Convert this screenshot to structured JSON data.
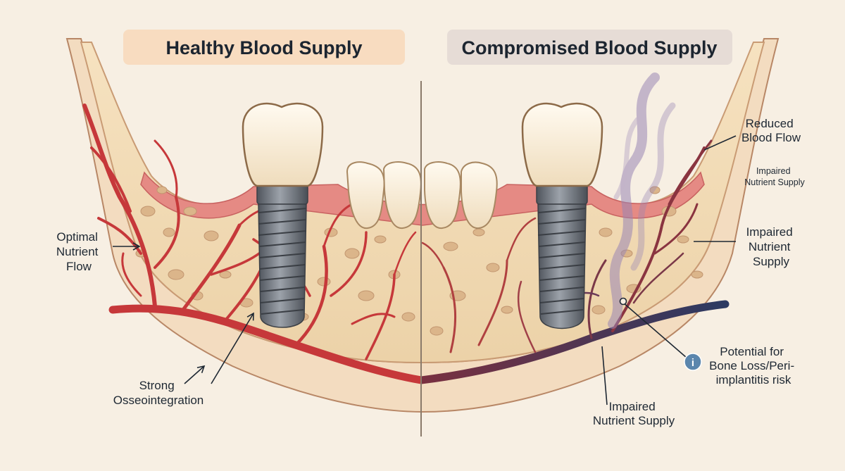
{
  "titles": {
    "healthy": "Healthy Blood Supply",
    "compromised": "Compromised Blood Supply"
  },
  "labels": {
    "optimal_nutrient_flow": [
      "Optimal",
      "Nutrient",
      "Flow"
    ],
    "strong_osseointegration": [
      "Strong",
      "Osseointegration"
    ],
    "reduced_blood_flow": [
      "Reduced",
      "Blood Flow"
    ],
    "impaired_nutrient_supply_small": [
      "Impaired",
      "Nutrient Supply"
    ],
    "impaired_nutrient_supply_right": [
      "Impaired",
      "Nutrient",
      "Supply"
    ],
    "impaired_nutrient_supply_bottom": [
      "Impaired",
      "Nutrient Supply"
    ],
    "bone_loss_risk": [
      "Potential for",
      "Bone Loss/Peri-",
      "implantitis risk"
    ]
  },
  "info_glyph": "i",
  "colors": {
    "background": "#f7efe3",
    "healthy_header": "#f8dcc0",
    "compromised_header": "#e6dcd6",
    "artery": "#c6383a",
    "vein": "#2f3c63",
    "bone": "#f0d8b0",
    "gum": "#e48080",
    "implant": "#6b7078",
    "smoke": "#9a86b4"
  }
}
